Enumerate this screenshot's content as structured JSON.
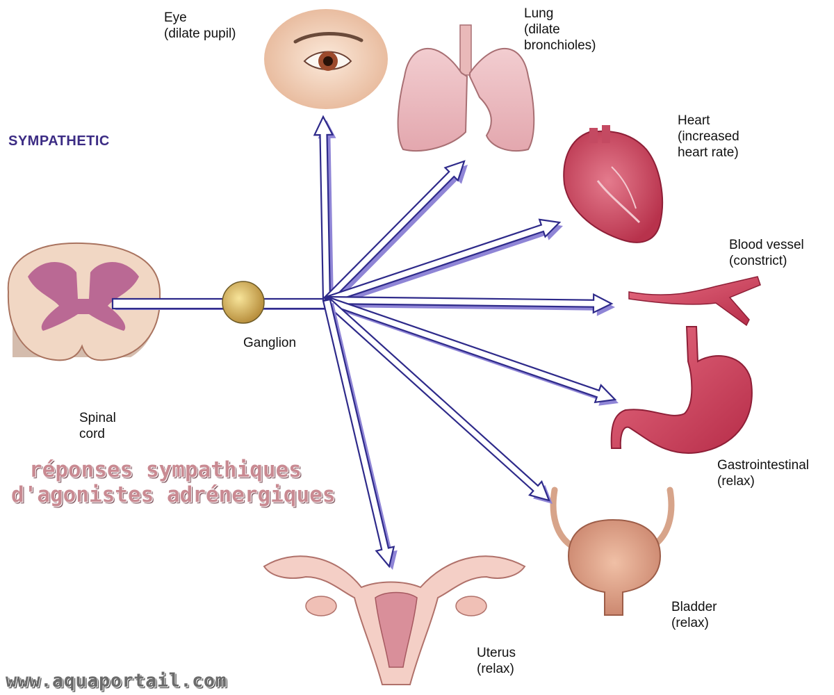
{
  "heading": "SYMPATHETIC",
  "overlay_text": {
    "line1": "réponses sympathiques",
    "line2": "d'agonistes adrénergiques"
  },
  "website": "www.aquaportail.com",
  "center": {
    "label": "Ganglion"
  },
  "source": {
    "line1": "Spinal",
    "line2": "cord"
  },
  "organs": [
    {
      "id": "eye",
      "name": "Eye",
      "effect": "(dilate pupil)"
    },
    {
      "id": "lung",
      "name": "Lung",
      "effect1": "(dilate",
      "effect2": "bronchioles)"
    },
    {
      "id": "heart",
      "name": "Heart",
      "effect1": "(increased",
      "effect2": "heart rate)"
    },
    {
      "id": "blood_vessel",
      "name": "Blood vessel",
      "effect": "(constrict)"
    },
    {
      "id": "gastrointestinal",
      "name": "Gastrointestinal",
      "effect": "(relax)"
    },
    {
      "id": "bladder",
      "name": "Bladder",
      "effect": "(relax)"
    },
    {
      "id": "uterus",
      "name": "Uterus",
      "effect": "(relax)"
    }
  ],
  "colors": {
    "heading": "#3c2c84",
    "arrow_outline": "#2e2a8a",
    "arrow_shadow": "#8f85d6",
    "organ_pink": "#d9687e",
    "organ_light": "#f3c7c7",
    "overlay_text": "#c98a92"
  }
}
